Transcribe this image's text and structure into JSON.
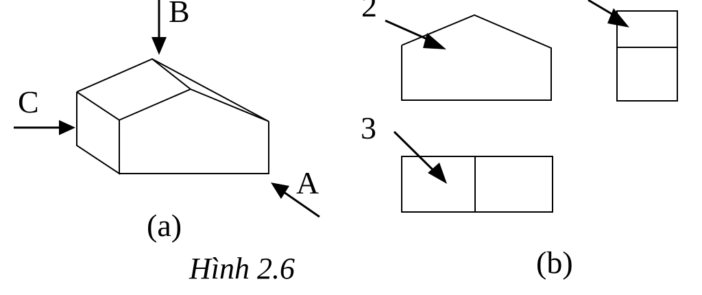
{
  "labels": {
    "view_a": "A",
    "view_b": "B",
    "view_c": "C",
    "view_2": "2",
    "view_3": "3"
  },
  "captions": {
    "part_a": "(a)",
    "part_b": "(b)",
    "figure": "Hình 2.6"
  }
}
